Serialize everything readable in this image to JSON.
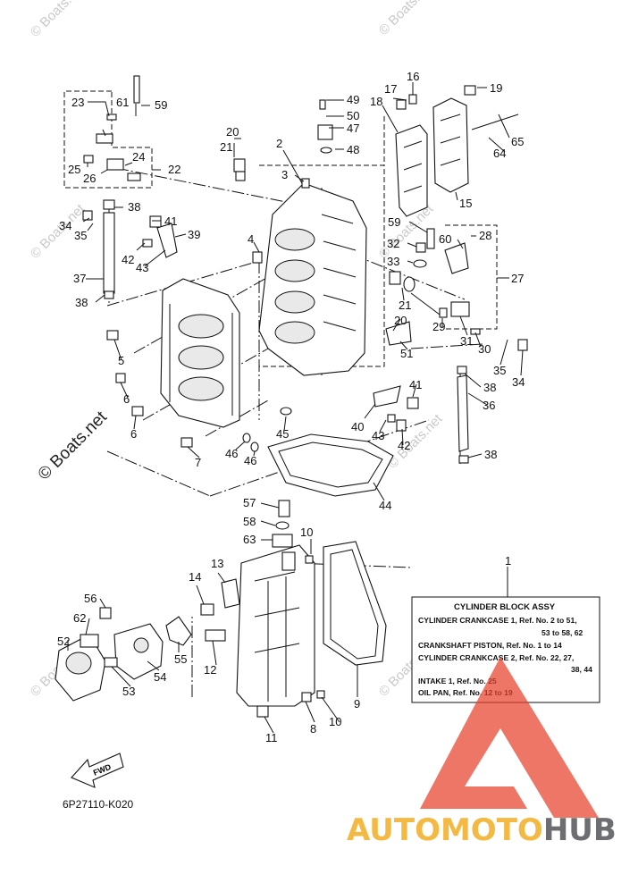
{
  "diagram_code": "6P27110-K020",
  "copyright": "© Boats.net",
  "watermark_text": "© Boats.net",
  "brand": {
    "part1": "AUTOMOTO",
    "part2": "HUB",
    "color1": "#f4b942",
    "color2": "#6d6e71",
    "logo_color": "#e8412c"
  },
  "fwd_label": "FWD",
  "callouts": [
    "1",
    "2",
    "3",
    "4",
    "5",
    "6",
    "6",
    "7",
    "8",
    "9",
    "10",
    "10",
    "11",
    "12",
    "13",
    "14",
    "15",
    "16",
    "17",
    "18",
    "19",
    "20",
    "20",
    "21",
    "21",
    "22",
    "23",
    "24",
    "25",
    "26",
    "27",
    "28",
    "29",
    "30",
    "31",
    "32",
    "33",
    "34",
    "34",
    "35",
    "35",
    "36",
    "37",
    "38",
    "38",
    "38",
    "38",
    "39",
    "40",
    "41",
    "41",
    "42",
    "42",
    "43",
    "43",
    "44",
    "45",
    "46",
    "46",
    "47",
    "48",
    "49",
    "50",
    "51",
    "52",
    "53",
    "54",
    "55",
    "56",
    "57",
    "58",
    "59",
    "59",
    "60",
    "61",
    "62",
    "63",
    "64",
    "65"
  ],
  "legend": {
    "title": "CYLINDER BLOCK ASSY",
    "lines": [
      "CYLINDER CRANKCASE 1, Ref. No. 2 to 51,",
      "53 to 58, 62",
      "CRANKSHAFT PISTON, Ref. No. 1 to 14",
      "CYLINDER CRANKCASE 2, Ref. No. 22, 27,",
      "38, 44",
      "INTAKE 1, Ref. No. 25",
      "OIL PAN, Ref. No. 12 to 19"
    ]
  }
}
